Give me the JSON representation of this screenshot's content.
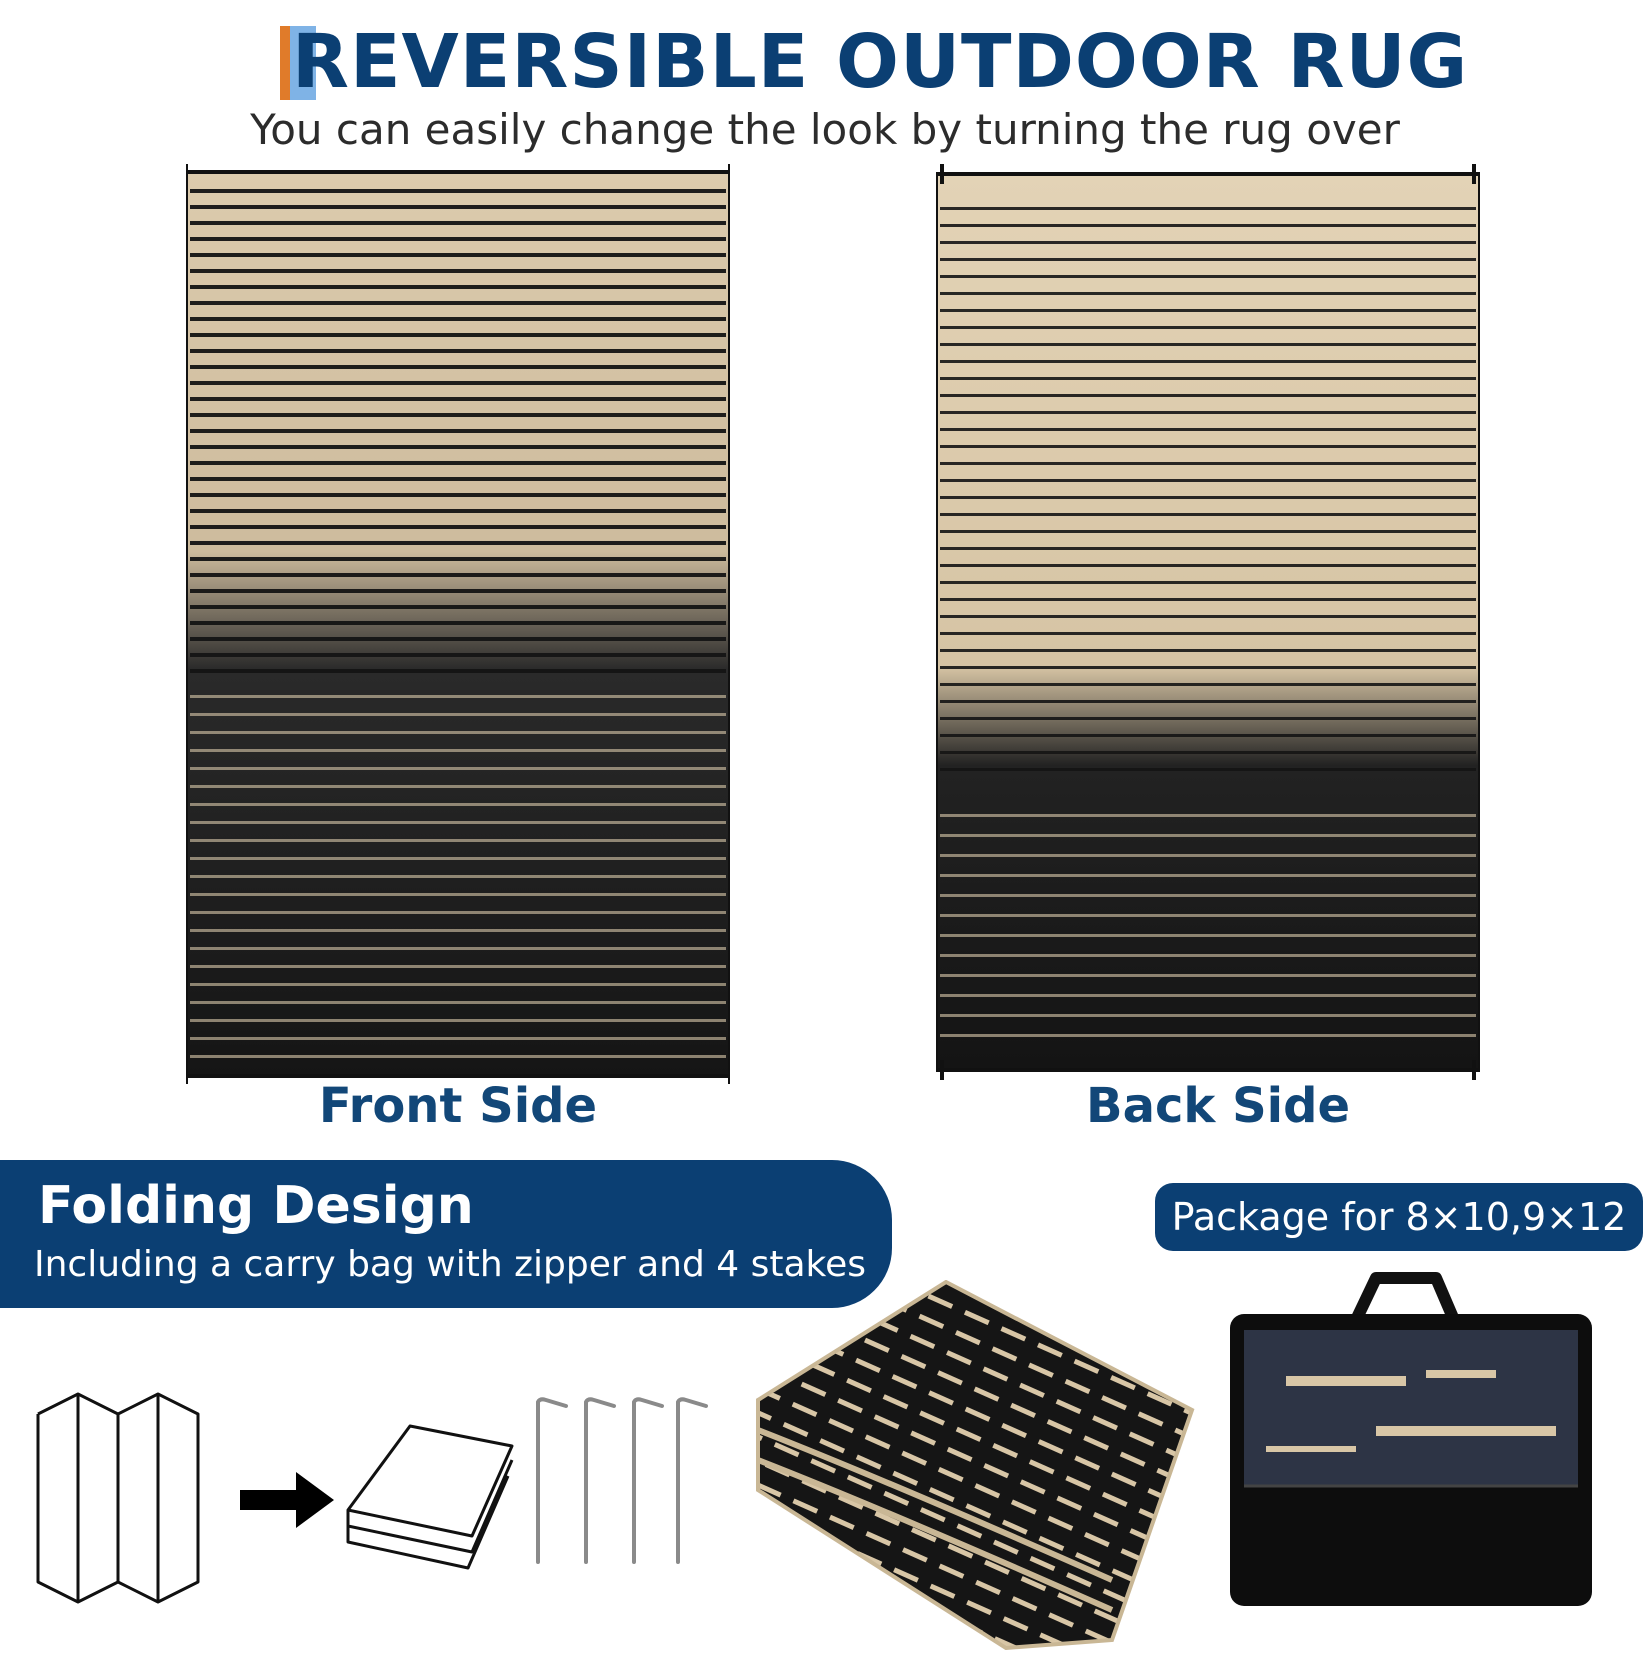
{
  "header": {
    "title": "REVERSIBLE OUTDOOR RUG",
    "subtitle": "You can easily change the look by turning the rug over"
  },
  "rugs": {
    "front_label": "Front Side",
    "back_label": "Back Side"
  },
  "folding": {
    "title": "Folding Design",
    "subtitle": "Including a carry bag with zipper and 4 stakes"
  },
  "package": {
    "label": "Package for 8×10,9×12"
  },
  "icons": [
    "folding-panels-icon",
    "right-arrow-icon",
    "folded-rug-icon",
    "stake-icon"
  ],
  "colors": {
    "brand_blue": "#0b3f73",
    "accent_orange": "#e07b2a",
    "accent_light_blue": "#7fb3e6",
    "rug_black": "#141414",
    "rug_beige": "#dccbad"
  }
}
